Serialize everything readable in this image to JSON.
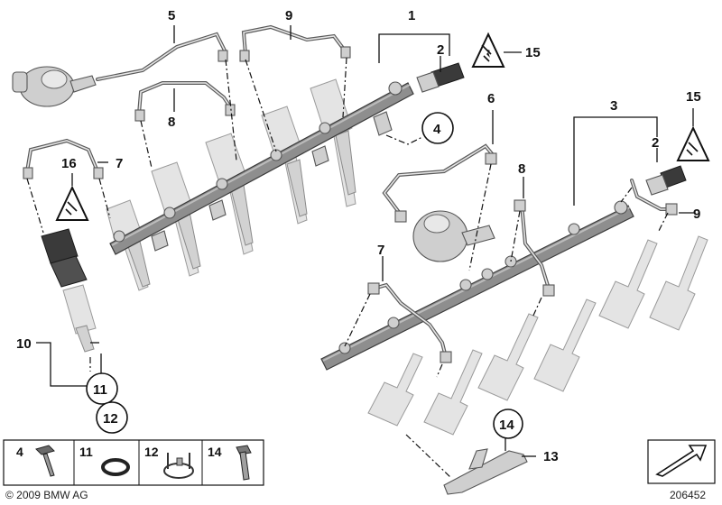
{
  "callouts": {
    "n1": "1",
    "n2a": "2",
    "n2b": "2",
    "n3": "3",
    "n4": "4",
    "n5": "5",
    "n6": "6",
    "n7a": "7",
    "n7b": "7",
    "n8a": "8",
    "n8b": "8",
    "n9a": "9",
    "n9b": "9",
    "n10": "10",
    "n11": "11",
    "n12": "12",
    "n13": "13",
    "n14": "14",
    "n15a": "15",
    "n15b": "15",
    "n16": "16"
  },
  "legend": {
    "item4": "4",
    "item11": "11",
    "item12": "12",
    "item14": "14"
  },
  "footer": {
    "copyright": "© 2009 BMW AG",
    "diagram_number": "206452"
  },
  "icons": {
    "warning": "electric-plug-warning-icon",
    "navigation": "arrow-navigation-icon"
  }
}
